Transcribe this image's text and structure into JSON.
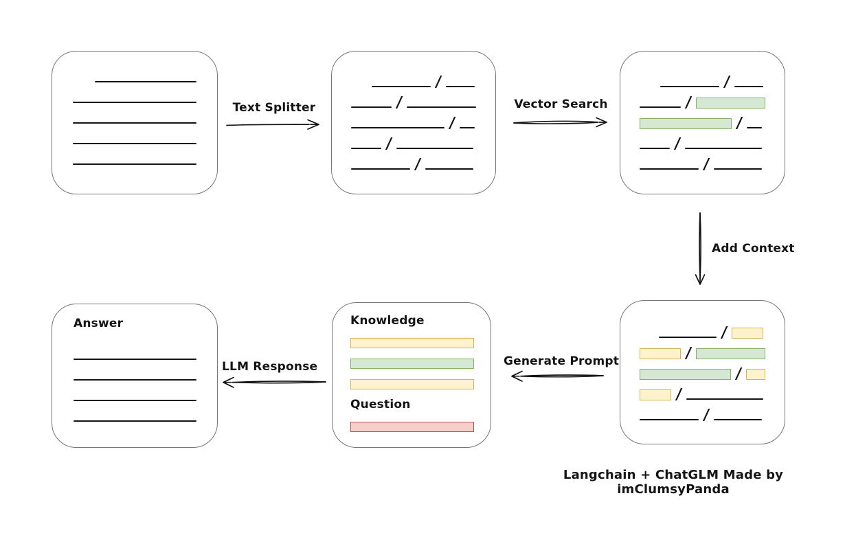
{
  "diagram": {
    "type": "flowchart",
    "caption": "Langchain + ChatGLM Made by imClumsyPanda",
    "colors": {
      "green_fill": "#d5e8d4",
      "green_stroke": "#82b366",
      "yellow_fill": "#fff2cc",
      "yellow_stroke": "#d6b656",
      "red_fill": "#f8cecc",
      "red_stroke": "#b85450",
      "box_stroke": "#767676",
      "line": "#141414"
    },
    "edges": [
      {
        "label": "Text Splitter",
        "from": "document",
        "to": "split-text",
        "direction": "right"
      },
      {
        "label": "Vector Search",
        "from": "split-text",
        "to": "matched-chunks",
        "direction": "right"
      },
      {
        "label": "Add Context",
        "from": "matched-chunks",
        "to": "context-chunks",
        "direction": "down"
      },
      {
        "label": "Generate Prompt",
        "from": "context-chunks",
        "to": "prompt",
        "direction": "left"
      },
      {
        "label": "LLM Response",
        "from": "prompt",
        "to": "answer",
        "direction": "left"
      }
    ],
    "nodes": {
      "document": {
        "desc": "source document with plain text lines",
        "rows": [
          {
            "indent": 32,
            "segs": [
              {
                "k": "line",
                "w": 150
              }
            ]
          },
          {
            "segs": [
              {
                "k": "line",
                "w": 182
              }
            ]
          },
          {
            "segs": [
              {
                "k": "line",
                "w": 182
              }
            ]
          },
          {
            "segs": [
              {
                "k": "line",
                "w": 182
              }
            ]
          },
          {
            "segs": [
              {
                "k": "line",
                "w": 182
              }
            ]
          }
        ]
      },
      "split_text": {
        "desc": "document split into chunks separated by slashes",
        "rows": [
          {
            "indent": 30,
            "segs": [
              {
                "k": "line",
                "w": 86
              },
              {
                "k": "slash"
              },
              {
                "k": "line",
                "w": 42
              }
            ]
          },
          {
            "segs": [
              {
                "k": "line",
                "w": 60
              },
              {
                "k": "slash"
              },
              {
                "k": "line",
                "w": 102
              }
            ]
          },
          {
            "segs": [
              {
                "k": "line",
                "w": 136
              },
              {
                "k": "slash"
              },
              {
                "k": "line",
                "w": 22
              }
            ]
          },
          {
            "segs": [
              {
                "k": "line",
                "w": 44
              },
              {
                "k": "slash"
              },
              {
                "k": "line",
                "w": 112
              }
            ]
          },
          {
            "segs": [
              {
                "k": "line",
                "w": 86
              },
              {
                "k": "slash"
              },
              {
                "k": "line",
                "w": 70
              }
            ]
          }
        ]
      },
      "matched_chunks": {
        "desc": "chunks with vector-search matches highlighted green",
        "rows": [
          {
            "indent": 30,
            "segs": [
              {
                "k": "line",
                "w": 86
              },
              {
                "k": "slash"
              },
              {
                "k": "line",
                "w": 42
              }
            ]
          },
          {
            "segs": [
              {
                "k": "line",
                "w": 60
              },
              {
                "k": "slash"
              },
              {
                "k": "green",
                "w": 102
              }
            ]
          },
          {
            "segs": [
              {
                "k": "green",
                "w": 134
              },
              {
                "k": "slash"
              },
              {
                "k": "line",
                "w": 22
              }
            ]
          },
          {
            "segs": [
              {
                "k": "line",
                "w": 44
              },
              {
                "k": "slash"
              },
              {
                "k": "line",
                "w": 112
              }
            ]
          },
          {
            "segs": [
              {
                "k": "line",
                "w": 86
              },
              {
                "k": "slash"
              },
              {
                "k": "line",
                "w": 70
              }
            ]
          }
        ]
      },
      "context_chunks": {
        "desc": "matched chunks with added context highlighted yellow",
        "rows": [
          {
            "indent": 28,
            "segs": [
              {
                "k": "line",
                "w": 84
              },
              {
                "k": "slash"
              },
              {
                "k": "yellow",
                "w": 46
              }
            ]
          },
          {
            "segs": [
              {
                "k": "yellow",
                "w": 60
              },
              {
                "k": "slash"
              },
              {
                "k": "green",
                "w": 102
              }
            ]
          },
          {
            "segs": [
              {
                "k": "green",
                "w": 134
              },
              {
                "k": "slash"
              },
              {
                "k": "yellow",
                "w": 28
              }
            ]
          },
          {
            "segs": [
              {
                "k": "yellow",
                "w": 46
              },
              {
                "k": "slash"
              },
              {
                "k": "line",
                "w": 112
              }
            ]
          },
          {
            "segs": [
              {
                "k": "line",
                "w": 86
              },
              {
                "k": "slash"
              },
              {
                "k": "line",
                "w": 70
              }
            ]
          }
        ]
      },
      "prompt": {
        "knowledge_label": "Knowledge",
        "question_label": "Question",
        "knowledge_bars": [
          {
            "segs": [
              {
                "k": "yellow",
                "w": 182
              }
            ]
          },
          {
            "segs": [
              {
                "k": "green",
                "w": 182
              }
            ]
          },
          {
            "segs": [
              {
                "k": "yellow",
                "w": 182
              }
            ]
          }
        ],
        "question_bars": [
          {
            "segs": [
              {
                "k": "red",
                "w": 182
              }
            ]
          }
        ]
      },
      "answer": {
        "label": "Answer",
        "rows": [
          {
            "segs": [
              {
                "k": "line",
                "w": 181
              }
            ]
          },
          {
            "segs": [
              {
                "k": "line",
                "w": 181
              }
            ]
          },
          {
            "segs": [
              {
                "k": "line",
                "w": 181
              }
            ]
          },
          {
            "segs": [
              {
                "k": "line",
                "w": 181
              }
            ]
          }
        ]
      }
    }
  }
}
